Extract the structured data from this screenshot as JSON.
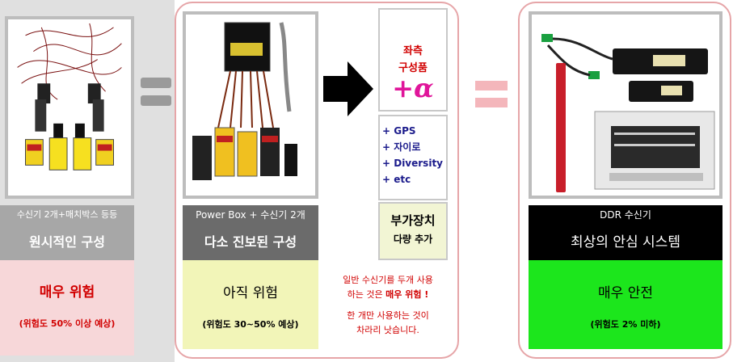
{
  "col1": {
    "caption_top": "수신기 2개+매치박스 등등",
    "caption_main": "원시적인 구성",
    "risk_title": "매우 위험",
    "risk_sub": "(위험도 50% 이상 예상)",
    "colors": {
      "caption_bg": "#a7a7a7",
      "risk_bg": "#f7d7d9",
      "risk_text": "#d10000"
    }
  },
  "col2": {
    "caption_top": "Power Box + 수신기 2개",
    "caption_main": "다소 진보된 구성",
    "risk_title": "아직 위험",
    "risk_sub": "(위험도 30~50% 예상)",
    "colors": {
      "caption_bg": "#6b6b6b",
      "risk_bg": "#f2f5b8",
      "risk_text": "#000000"
    }
  },
  "col3": {
    "box_title_line1": "좌측",
    "box_title_line2": "구성품",
    "plus_alpha": "+α",
    "list": [
      "+ GPS",
      "+ 자이로",
      "+ Diversity",
      "+ etc"
    ],
    "box_label": "부가장치",
    "box_sub": "다량 추가"
  },
  "note": {
    "line1": "일반 수신기를 두개 사용",
    "line2_prefix": "하는 것은 ",
    "line2_emph": "매우 위험 !",
    "line3": "한 개만 사용하는 것이",
    "line4": "차라리 낫습니다."
  },
  "col4": {
    "caption_top": "DDR 수신기",
    "caption_main": "최상의 안심 시스템",
    "risk_title": "매우 안전",
    "risk_sub": "(위험도 2% 미하)",
    "colors": {
      "caption_bg": "#000000",
      "risk_bg": "#1ce61c",
      "risk_text": "#000000"
    }
  },
  "symbols": {
    "equal_color": "#9a9a9a",
    "pink_equal_color": "#f4b6bb",
    "arrow_color": "#000000"
  }
}
